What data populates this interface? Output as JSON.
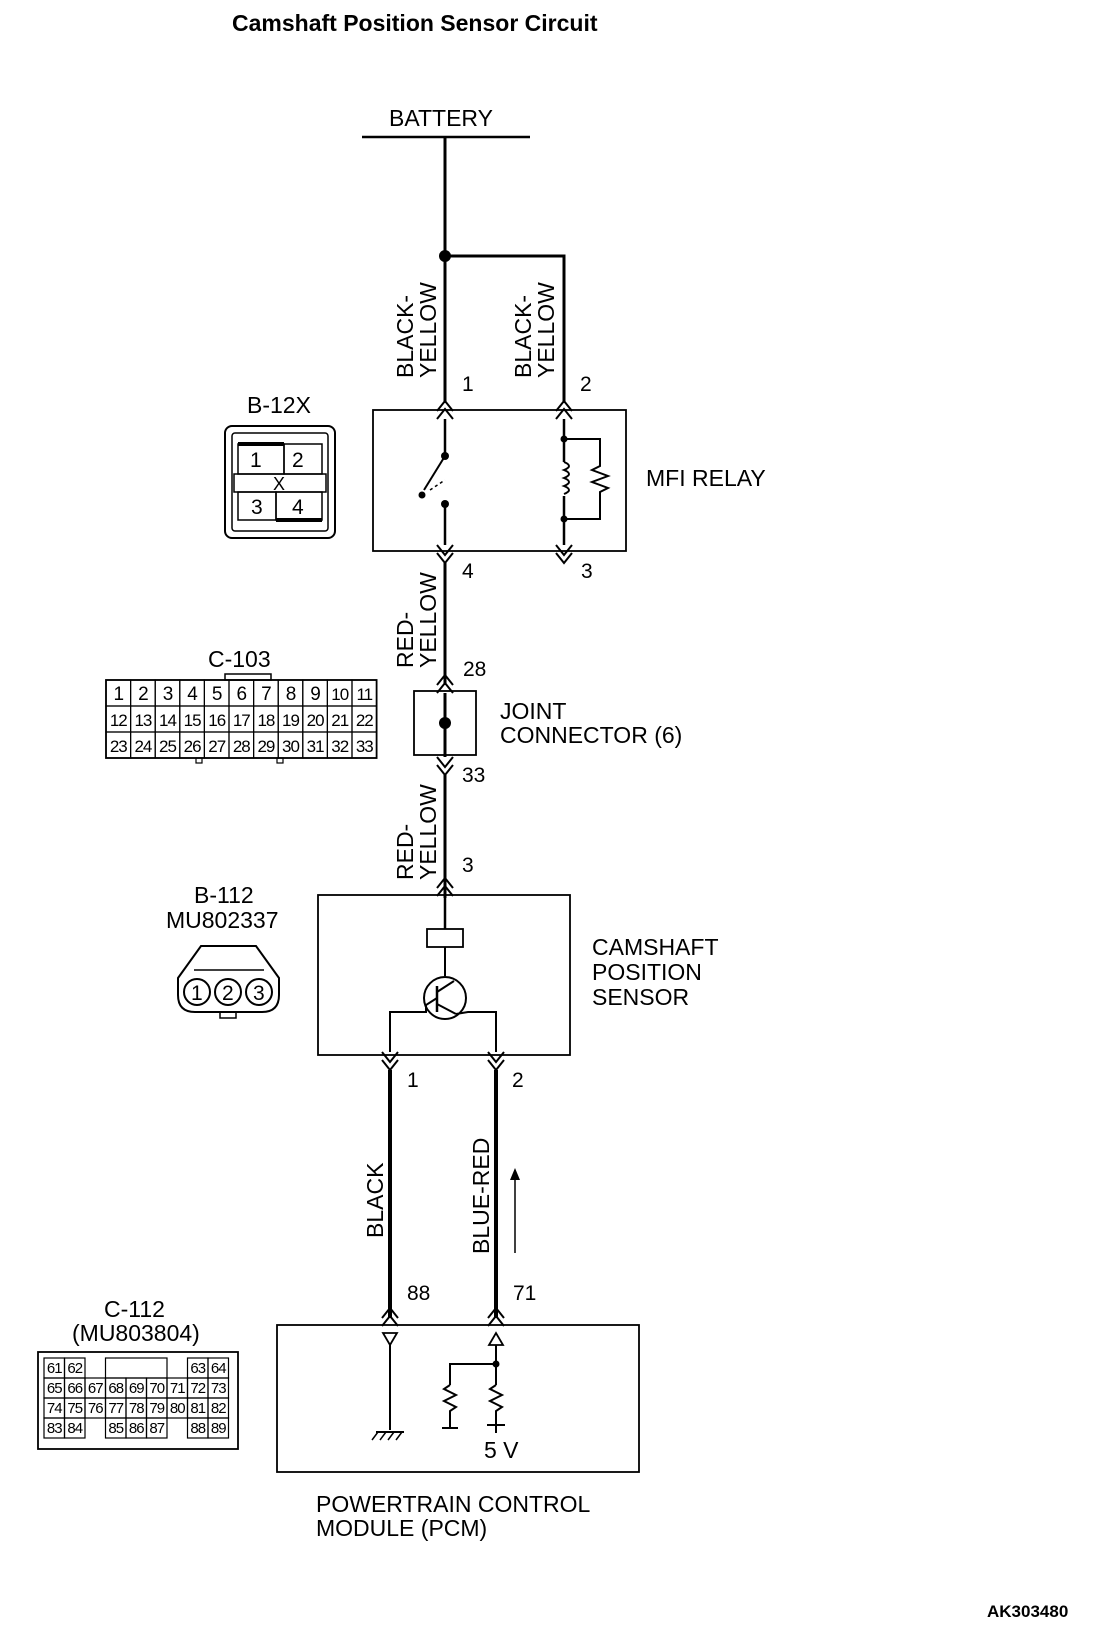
{
  "title": "Camshaft Position Sensor Circuit",
  "figure_code": "AK303480",
  "battery": {
    "label": "BATTERY"
  },
  "wire_colors": {
    "black_yellow": "BLACK-\nYELLOW",
    "red_yellow": "RED-\nYELLOW",
    "black": "BLACK",
    "blue_red": "BLUE-RED"
  },
  "mfi_relay": {
    "label": "MFI RELAY",
    "connector": "B-12X",
    "pins": {
      "p1": "1",
      "p2": "2",
      "p3": "3",
      "p4": "4"
    },
    "face": {
      "c1": "1",
      "c2": "2",
      "c3": "3",
      "c4": "4",
      "mark": "X"
    }
  },
  "joint_connector": {
    "label_line1": "JOINT",
    "label_line2": "CONNECTOR (6)",
    "connector": "C-103",
    "pins": {
      "in": "28",
      "out": "33"
    },
    "face_rows": [
      [
        "1",
        "2",
        "3",
        "4",
        "5",
        "6",
        "7",
        "8",
        "9",
        "10",
        "11"
      ],
      [
        "12",
        "13",
        "14",
        "15",
        "16",
        "17",
        "18",
        "19",
        "20",
        "21",
        "22"
      ],
      [
        "23",
        "24",
        "25",
        "26",
        "27",
        "28",
        "29",
        "30",
        "31",
        "32",
        "33"
      ]
    ]
  },
  "sensor": {
    "label_line1": "CAMSHAFT",
    "label_line2": "POSITION",
    "label_line3": "SENSOR",
    "connector": "B-112",
    "part_number": "MU802337",
    "pins": {
      "p3": "3",
      "p1": "1",
      "p2": "2"
    },
    "face": [
      "1",
      "2",
      "3"
    ]
  },
  "pcm": {
    "label_line1": "POWERTRAIN CONTROL",
    "label_line2": "MODULE (PCM)",
    "connector": "C-112",
    "part_number": "(MU803804)",
    "pins": {
      "p88": "88",
      "p71": "71"
    },
    "voltage": "5 V",
    "face": {
      "row1_left": [
        "61",
        "62"
      ],
      "row1_right": [
        "63",
        "64"
      ],
      "row2": [
        "65",
        "66",
        "67",
        "68",
        "69",
        "70",
        "71",
        "72",
        "73"
      ],
      "row3": [
        "74",
        "75",
        "76",
        "77",
        "78",
        "79",
        "80",
        "81",
        "82"
      ],
      "row4_a": [
        "83",
        "84"
      ],
      "row4_b": [
        "85",
        "86",
        "87"
      ],
      "row4_c": [
        "88",
        "89"
      ]
    }
  }
}
